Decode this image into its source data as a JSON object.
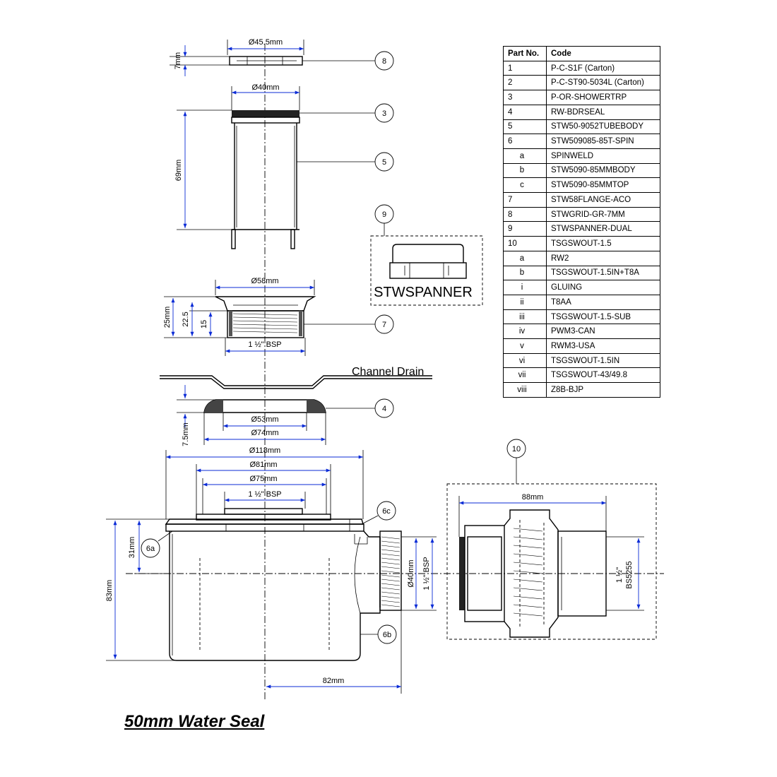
{
  "caption": "50mm Water Seal",
  "parts_table": {
    "headers": [
      "Part No.",
      "Code"
    ],
    "rows": [
      {
        "part": "1",
        "code": "P-C-S1F (Carton)"
      },
      {
        "part": "2",
        "code": "P-C-ST90-5034L (Carton)"
      },
      {
        "part": "3",
        "code": "P-OR-SHOWERTRP"
      },
      {
        "part": "4",
        "code": "RW-BDRSEAL"
      },
      {
        "part": "5",
        "code": "STW50-9052TUBEBODY"
      },
      {
        "part": "6",
        "code": "STW509085-85T-SPIN"
      },
      {
        "part": "a",
        "code": "SPINWELD"
      },
      {
        "part": "b",
        "code": "STW5090-85MMBODY"
      },
      {
        "part": "c",
        "code": "STW5090-85MMTOP"
      },
      {
        "part": "7",
        "code": "STW58FLANGE-ACO"
      },
      {
        "part": "8",
        "code": "STWGRID-GR-7MM"
      },
      {
        "part": "9",
        "code": "STWSPANNER-DUAL"
      },
      {
        "part": "10",
        "code": "TSGSWOUT-1.5"
      },
      {
        "part": "a",
        "code": "RW2"
      },
      {
        "part": "b",
        "code": "TSGSWOUT-1.5IN+T8A"
      },
      {
        "part": "i",
        "code": "GLUING"
      },
      {
        "part": "ii",
        "code": "T8AA"
      },
      {
        "part": "iii",
        "code": "TSGSWOUT-1.5-SUB"
      },
      {
        "part": "iv",
        "code": "PWM3-CAN"
      },
      {
        "part": "v",
        "code": "RWM3-USA"
      },
      {
        "part": "vi",
        "code": "TSGSWOUT-1.5IN"
      },
      {
        "part": "vii",
        "code": "TSGSWOUT-43/49.8"
      },
      {
        "part": "viii",
        "code": "Z8B-BJP"
      }
    ]
  },
  "callouts": {
    "c8": "8",
    "c3": "3",
    "c5": "5",
    "c9": "9",
    "c7": "7",
    "c4": "4",
    "c6a": "6a",
    "c6b": "6b",
    "c6c": "6c",
    "c10": "10"
  },
  "labels": {
    "spanner": "STWSPANNER",
    "channel_drain": "Channel Drain"
  },
  "dimensions": {
    "grid_dia": "Ø45.5mm",
    "grid_height": "7mm",
    "tube_dia": "Ø40mm",
    "tube_height": "69mm",
    "flange_dia": "Ø58mm",
    "flange_h25": "25mm",
    "flange_h22": "22.5",
    "flange_h15": "15",
    "flange_bsp": "1 ½\" BSP",
    "seal_h": "7.5mm",
    "seal_inner": "Ø53mm",
    "seal_outer": "Ø74mm",
    "body_118": "Ø118mm",
    "body_81": "Ø81mm",
    "body_75": "Ø75mm",
    "body_bsp": "1 ½\" BSP",
    "body_31": "31mm",
    "body_83": "83mm",
    "outlet_40": "Ø40mm",
    "outlet_bsp": "1 ½\" BSP",
    "outlet_82": "82mm",
    "adapter_88": "88mm",
    "adapter_bs": "1 ½\"",
    "adapter_bs2": "BS5255"
  }
}
